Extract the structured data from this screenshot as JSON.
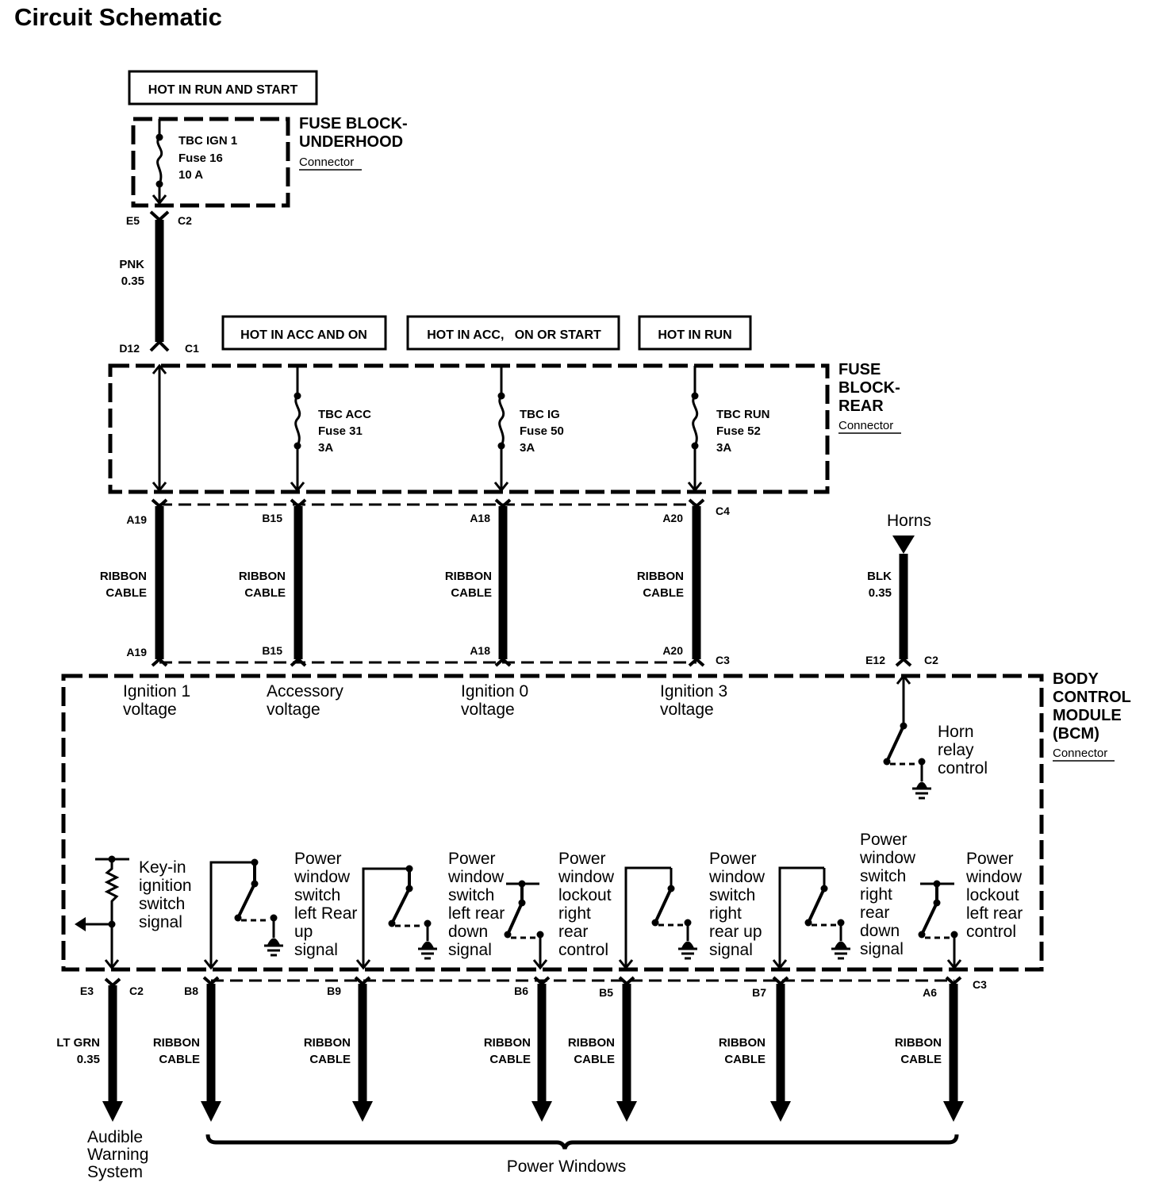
{
  "title": "Circuit Schematic",
  "power_sources": {
    "top": "HOT IN RUN AND START",
    "acc": "HOT IN ACC AND ON",
    "ig": "HOT IN ACC,   ON OR START",
    "run": "HOT IN RUN"
  },
  "fuse_block_underhood": {
    "name_line1": "FUSE BLOCK-",
    "name_line2": "UNDERHOOD",
    "connector": "Connector",
    "fuse": {
      "line1": "TBC IGN 1",
      "line2": "Fuse 16",
      "line3": "10 A"
    }
  },
  "fuse_block_rear": {
    "name_line1": "FUSE",
    "name_line2": "BLOCK-",
    "name_line3": "REAR",
    "connector": "Connector",
    "fuses": [
      {
        "line1": "TBC ACC",
        "line2": "Fuse 31",
        "line3": "3A"
      },
      {
        "line1": "TBC IG",
        "line2": "Fuse 50",
        "line3": "3A"
      },
      {
        "line1": "TBC RUN",
        "line2": "Fuse 52",
        "line3": "3A"
      }
    ]
  },
  "bcm": {
    "name_line1": "BODY",
    "name_line2": "CONTROL",
    "name_line3": "MODULE",
    "name_line4": "(BCM)",
    "connector": "Connector"
  },
  "pins": {
    "e5": "E5",
    "c2_top": "C2",
    "d12": "D12",
    "c1": "C1",
    "a19_top": "A19",
    "b15_top": "B15",
    "a18_top": "A18",
    "a20_top": "A20",
    "c4": "C4",
    "a19_bot": "A19",
    "b15_bot": "B15",
    "a18_bot": "A18",
    "a20_bot": "A20",
    "c3_mid": "C3",
    "e12": "E12",
    "c2_horn": "C2",
    "e3": "E3",
    "c2_bot": "C2",
    "b8": "B8",
    "b9": "B9",
    "b6": "B6",
    "b5": "B5",
    "b7": "B7",
    "a6": "A6",
    "c3_bot": "C3"
  },
  "wires": {
    "pnk": {
      "color": "PNK",
      "gauge": "0.35"
    },
    "blk": {
      "color": "BLK",
      "gauge": "0.35"
    },
    "ltgrn": {
      "color": "LT GRN",
      "gauge": "0.35"
    },
    "ribbon_line1": "RIBBON",
    "ribbon_line2": "CABLE"
  },
  "inputs": [
    {
      "line1": "Ignition 1",
      "line2": "voltage"
    },
    {
      "line1": "Accessory",
      "line2": "voltage"
    },
    {
      "line1": "Ignition 0",
      "line2": "voltage"
    },
    {
      "line1": "Ignition 3",
      "line2": "voltage"
    }
  ],
  "horns": {
    "label": "Horns",
    "relay_line1": "Horn",
    "relay_line2": "relay",
    "relay_line3": "control"
  },
  "signals": [
    {
      "lines": [
        "Key-in",
        "ignition",
        "switch",
        "signal"
      ]
    },
    {
      "lines": [
        "Power",
        "window",
        "switch",
        "left Rear",
        "up",
        "signal"
      ]
    },
    {
      "lines": [
        "Power",
        "window",
        "switch",
        "left rear",
        "down",
        "signal"
      ]
    },
    {
      "lines": [
        "Power",
        "window",
        "lockout",
        "right",
        "rear",
        "control"
      ]
    },
    {
      "lines": [
        "Power",
        "window",
        "switch",
        "right",
        "rear up",
        "signal"
      ]
    },
    {
      "lines": [
        "Power",
        "window",
        "switch",
        "right",
        "rear",
        "down",
        "signal"
      ]
    },
    {
      "lines": [
        "Power",
        "window",
        "lockout",
        "left rear",
        "control"
      ]
    }
  ],
  "destinations": {
    "audible_line1": "Audible",
    "audible_line2": "Warning",
    "audible_line3": "System",
    "power_windows": "Power Windows"
  }
}
